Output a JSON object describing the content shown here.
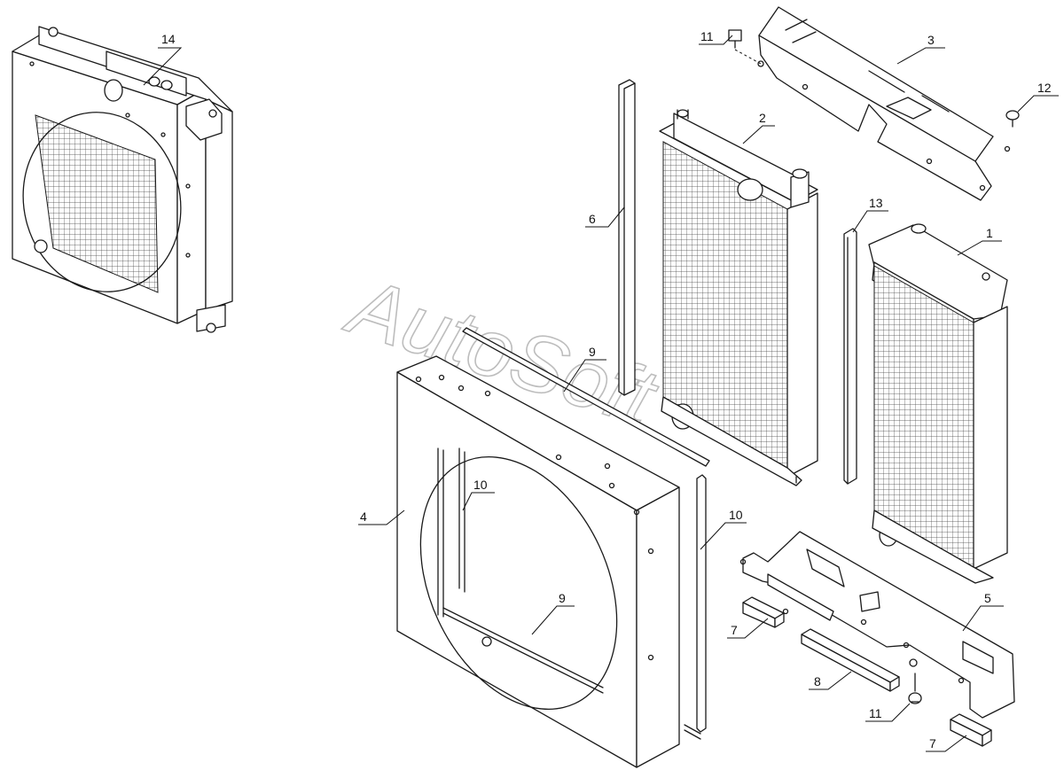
{
  "watermark": "AutoSoft",
  "callouts": {
    "c14": "14",
    "c11a": "11",
    "c3": "3",
    "c12": "12",
    "c2": "2",
    "c6": "6",
    "c13": "13",
    "c1": "1",
    "c9a": "9",
    "c10a": "10",
    "c4": "4",
    "c10b": "10",
    "c9b": "9",
    "c5": "5",
    "c7a": "7",
    "c8": "8",
    "c11b": "11",
    "c7b": "7"
  },
  "colors": {
    "line": "#1a1a1a",
    "watermark": "#bdbdbd",
    "background": "#ffffff"
  }
}
